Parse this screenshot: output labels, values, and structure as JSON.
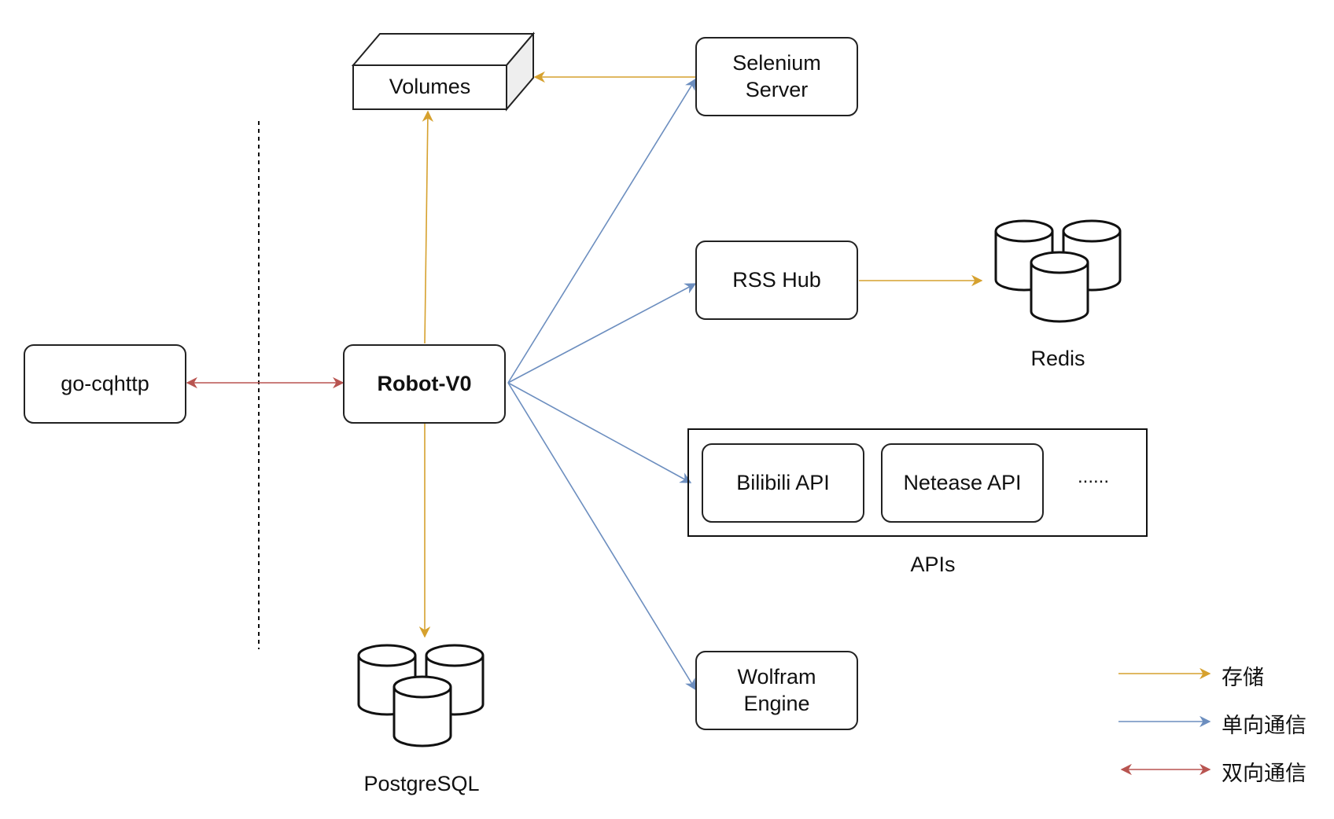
{
  "nodes": {
    "go_cqhttp": "go-cqhttp",
    "robot": "Robot-V0",
    "volumes": "Volumes",
    "selenium": [
      "Selenium",
      "Server"
    ],
    "rss_hub": "RSS Hub",
    "redis": "Redis",
    "bilibili_api": "Bilibili API",
    "netease_api": "Netease API",
    "apis_more": "......",
    "apis_group": "APIs",
    "wolfram": [
      "Wolfram",
      "Engine"
    ],
    "postgresql": "PostgreSQL"
  },
  "legend": [
    {
      "label": "存储",
      "color": "#d6a12e"
    },
    {
      "label": "单向通信",
      "color": "#6c8ebf"
    },
    {
      "label": "双向通信",
      "color": "#b85450"
    }
  ],
  "colors": {
    "storage": "#d6a12e",
    "one_way": "#6c8ebf",
    "two_way": "#b85450"
  }
}
